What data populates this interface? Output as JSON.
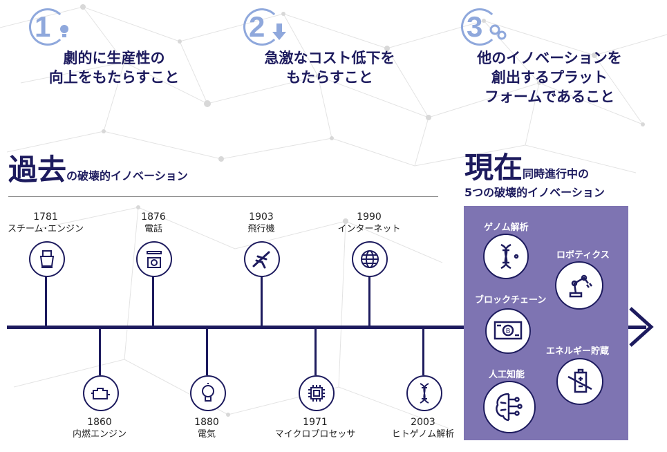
{
  "criteria": [
    {
      "number": "1",
      "text_line1": "劇的に生産性の",
      "text_line2": "向上をもたらすこと",
      "icon": "lightbulb-icon"
    },
    {
      "number": "2",
      "text_line1": "急激なコスト低下を",
      "text_line2": "もたらすこと",
      "icon": "down-arrow-icon"
    },
    {
      "number": "3",
      "text_line1": "他のイノベーションを",
      "text_line2": "創出するプラット",
      "text_line3": "フォームであること",
      "icon": "gears-icon"
    }
  ],
  "past": {
    "title_big": "過去",
    "title_small": "の破壊的イノベーション"
  },
  "present": {
    "title_big": "現在",
    "title_small": "同時進行中の",
    "subtitle": "5つの破壊的イノベーション"
  },
  "timeline_top": [
    {
      "year": "1781",
      "event": "スチーム･エンジン",
      "icon": "steam-engine-icon"
    },
    {
      "year": "1876",
      "event": "電話",
      "icon": "telephone-icon"
    },
    {
      "year": "1903",
      "event": "飛行機",
      "icon": "airplane-icon"
    },
    {
      "year": "1990",
      "event": "インターネット",
      "icon": "globe-icon"
    }
  ],
  "timeline_bottom": [
    {
      "year": "1860",
      "event": "内燃エンジン",
      "icon": "engine-icon"
    },
    {
      "year": "1880",
      "event": "電気",
      "icon": "lightbulb-icon"
    },
    {
      "year": "1971",
      "event": "マイクロプロセッサ",
      "icon": "microchip-icon"
    },
    {
      "year": "2003",
      "event": "ヒトゲノム解析",
      "icon": "dna-icon"
    }
  ],
  "innovations": [
    {
      "label": "ゲノム解析",
      "icon": "dna-icon"
    },
    {
      "label": "ロボティクス",
      "icon": "robot-arm-icon"
    },
    {
      "label": "ブロックチェーン",
      "icon": "bitcoin-card-icon"
    },
    {
      "label": "エネルギー貯蔵",
      "icon": "battery-icon"
    },
    {
      "label": "人工知能",
      "icon": "brain-circuit-icon"
    }
  ],
  "colors": {
    "navy": "#1d1b5e",
    "panel": "#7e74b2",
    "accent_blue": "#8fa8dc"
  }
}
